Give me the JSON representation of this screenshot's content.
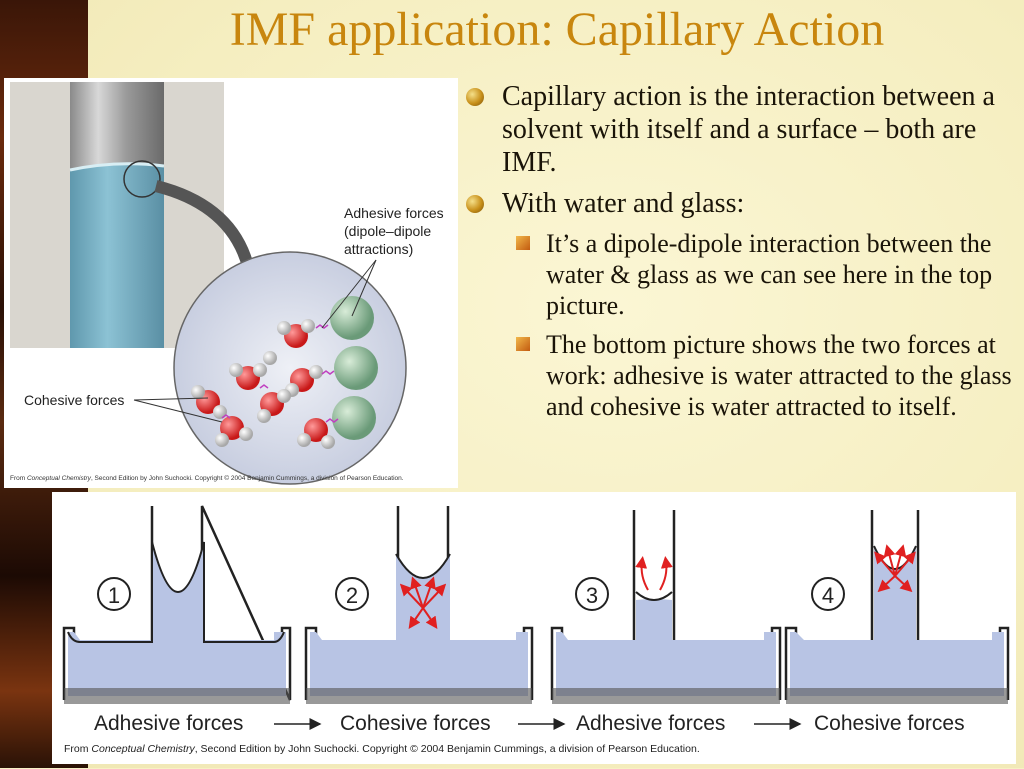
{
  "slide": {
    "title": "IMF application:  Capillary Action",
    "bullets": [
      {
        "text": "Capillary action is the interaction between a solvent with itself and a surface – both are IMF."
      },
      {
        "text": "With water and glass:",
        "sub": [
          "It’s a dipole-dipole interaction between the water & glass as we can see here in the top picture.",
          "The bottom picture shows the two forces at work:  adhesive is water attracted to the glass and cohesive is water attracted to itself."
        ]
      }
    ]
  },
  "photo": {
    "label_adhesive_line1": "Adhesive forces",
    "label_adhesive_line2": "(dipole–dipole",
    "label_adhesive_line3": "attractions)",
    "label_cohesive": "Cohesive forces",
    "credit_prefix": "From ",
    "credit_book": "Conceptual Chemistry",
    "credit_rest": ", Second Edition by John Suchocki. Copyright © 2004 Benjamin Cummings, a division of Pearson Education."
  },
  "diagram": {
    "steps": [
      {
        "number": "1",
        "label": "Adhesive forces"
      },
      {
        "number": "2",
        "label": "Cohesive forces"
      },
      {
        "number": "3",
        "label": "Adhesive forces"
      },
      {
        "number": "4",
        "label": "Cohesive forces"
      }
    ],
    "credit_prefix": "From ",
    "credit_book": "Conceptual Chemistry",
    "credit_rest": ", Second Edition by John Suchocki. Copyright © 2004 Benjamin Cummings, a division of Pearson Education."
  },
  "colors": {
    "title": "#c8860e",
    "water": "#b8c4e4",
    "arrow": "#e02020",
    "liquid_tube": "#7fb6c8"
  }
}
